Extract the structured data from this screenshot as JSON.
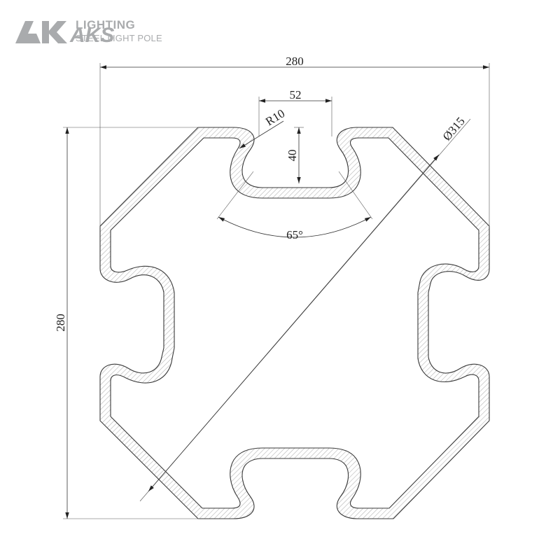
{
  "brand": {
    "logo_text": "AKS",
    "name": "LIGHTING",
    "subtitle": "STEEL LIGHT POLE",
    "logo_color": "#a9abad"
  },
  "dimensions": {
    "overall_width": "280",
    "overall_height": "280",
    "slot_width": "52",
    "slot_depth": "40",
    "fillet_radius": "R10",
    "angle": "65°",
    "diameter": "Ø315"
  },
  "colors": {
    "line": "#3a3a3a",
    "hatch": "#b5b5b5"
  }
}
